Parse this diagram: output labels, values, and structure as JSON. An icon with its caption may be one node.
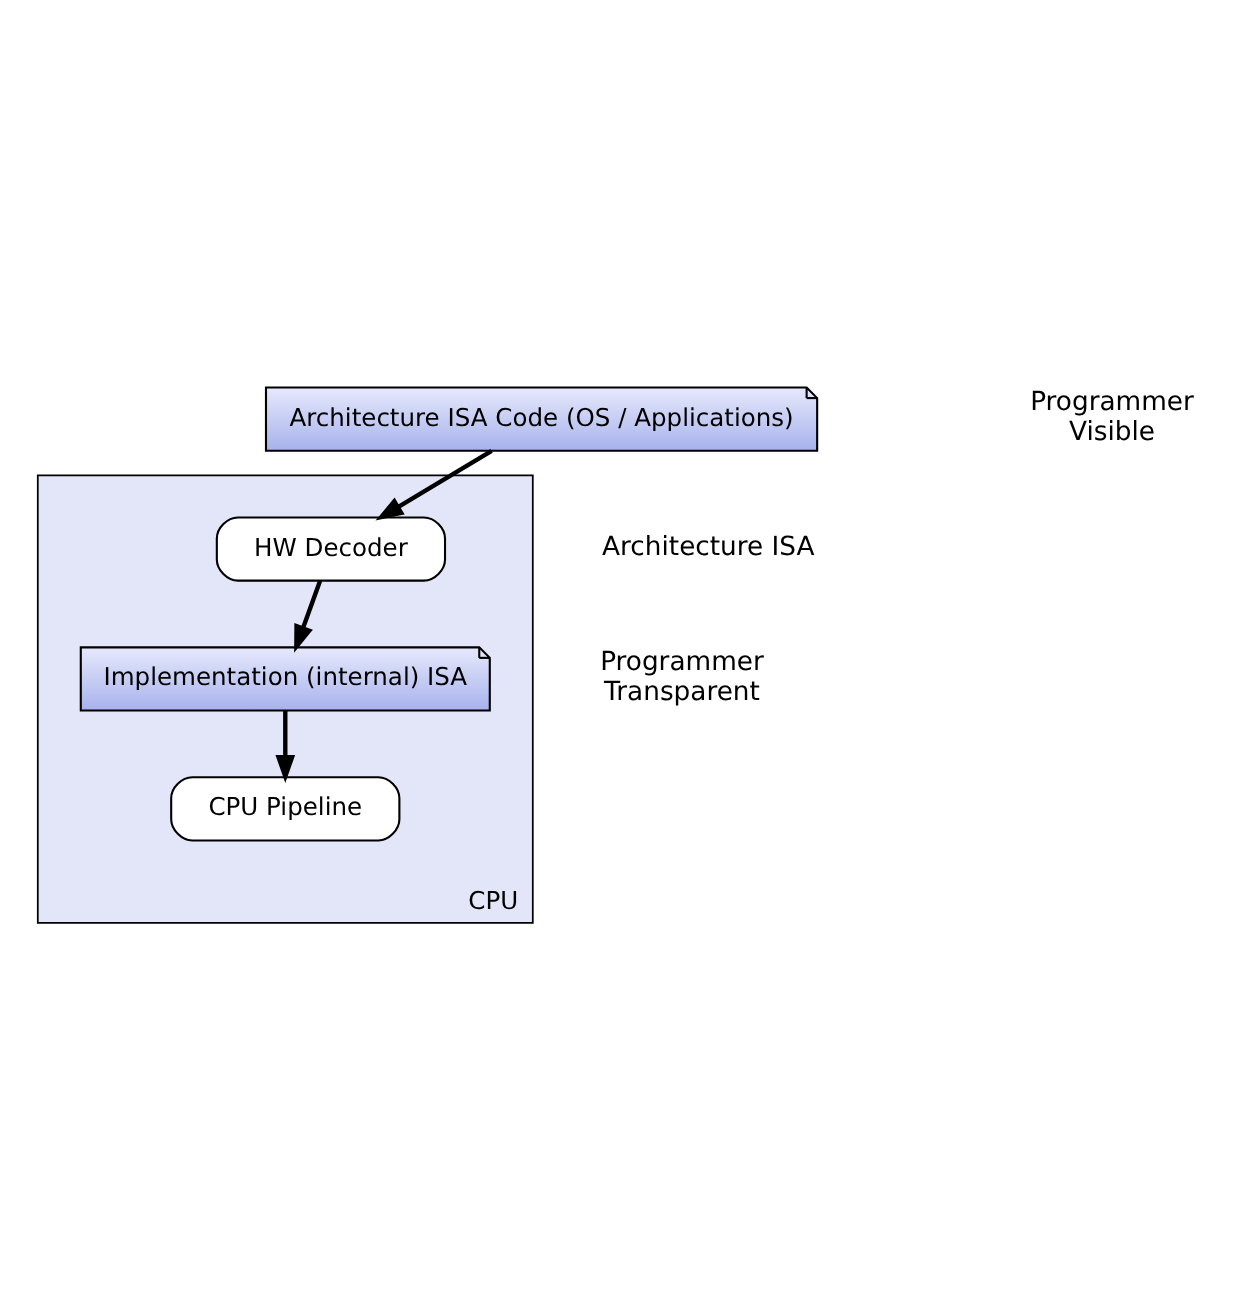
{
  "diagram": {
    "nodes": [
      {
        "text": [
          "Architecture ISA Code (OS / Applications)"
        ]
      },
      {
        "text": [
          "CPU"
        ]
      },
      {
        "text": [
          "HW Decoder"
        ],
        "in": 1
      },
      {
        "text": [
          "Implementation (internal) ISA"
        ],
        "in": 1
      },
      {
        "text": [
          "CPU Pipeline"
        ],
        "in": 1
      }
    ],
    "edges": [
      {
        "from": 0,
        "to": 2,
        "arrow": "to"
      },
      {
        "from": 2,
        "to": 3,
        "arrow": "to"
      },
      {
        "from": 3,
        "to": 4,
        "arrow": "to"
      }
    ],
    "labels": [
      "Architecture ISA",
      "Programmer Visible",
      "Programmer Transparent"
    ]
  }
}
